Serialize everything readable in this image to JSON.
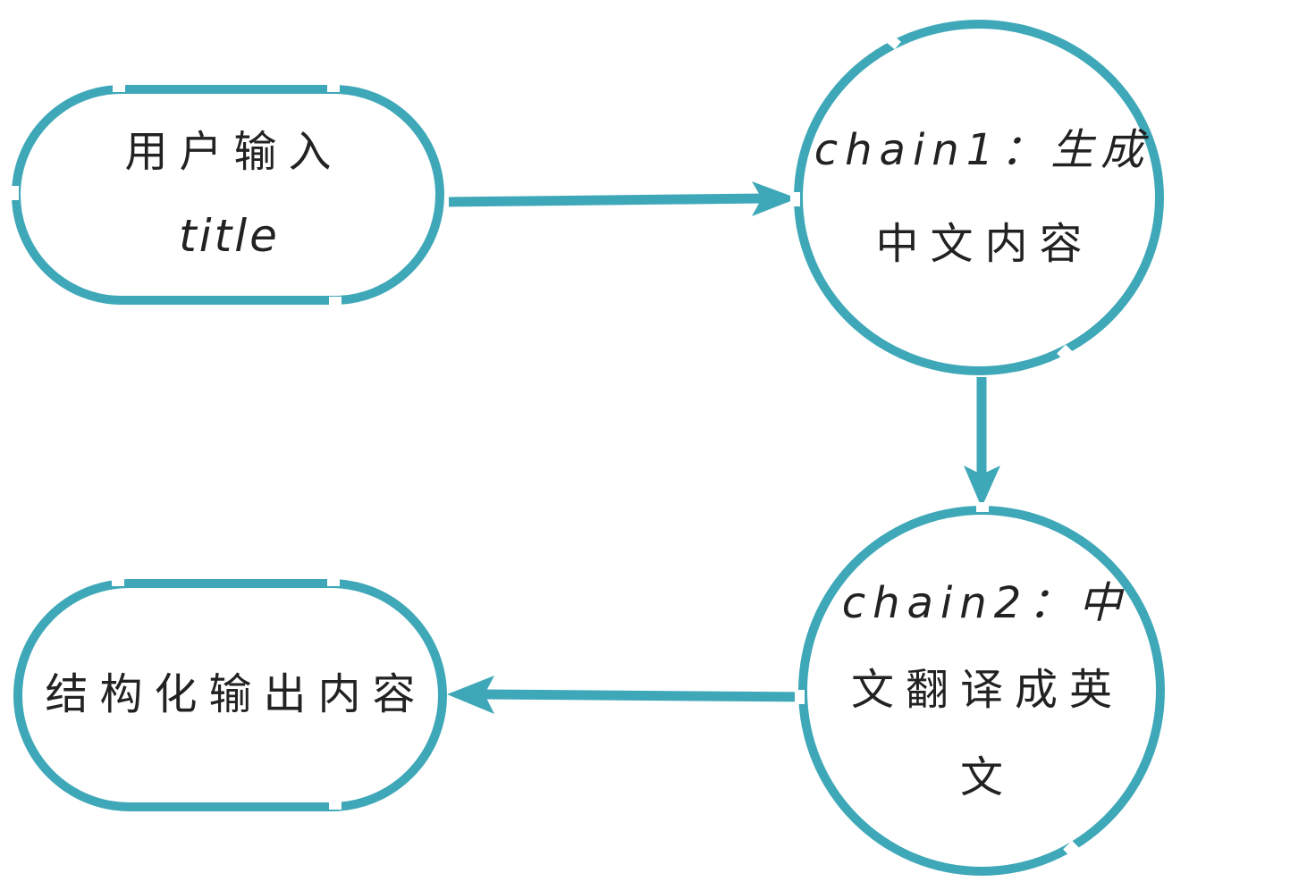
{
  "diagram": {
    "colors": {
      "accent": "#3fa8b8",
      "text": "#222222",
      "background": "#ffffff"
    },
    "nodes": [
      {
        "id": "user-input",
        "shape": "stadium",
        "lines": [
          "用户输入",
          "title"
        ]
      },
      {
        "id": "chain1",
        "shape": "circle",
        "lines": [
          "chain1：生成",
          "中文内容"
        ]
      },
      {
        "id": "chain2",
        "shape": "circle",
        "lines": [
          "chain2：中",
          "文翻译成英",
          "文"
        ]
      },
      {
        "id": "structured-output",
        "shape": "stadium",
        "lines": [
          "结构化输出内容"
        ]
      }
    ],
    "edges": [
      {
        "from": "user-input",
        "to": "chain1",
        "direction": "right"
      },
      {
        "from": "chain1",
        "to": "chain2",
        "direction": "down"
      },
      {
        "from": "chain2",
        "to": "structured-output",
        "direction": "left"
      }
    ]
  }
}
